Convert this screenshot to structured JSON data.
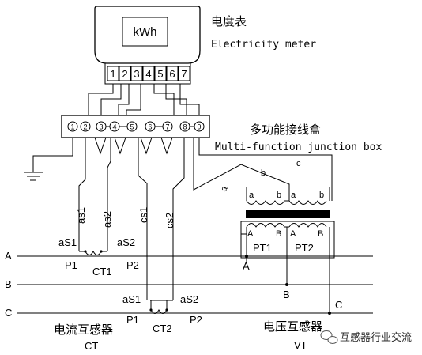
{
  "meter": {
    "display": "kWh",
    "terminals": [
      "1",
      "2",
      "3",
      "4",
      "5",
      "6",
      "7"
    ],
    "title_cn": "电度表",
    "title_en": "Electricity meter"
  },
  "junction_box": {
    "terminals": [
      "1",
      "2",
      "3",
      "4",
      "5",
      "6",
      "7",
      "8",
      "9"
    ],
    "title_cn": "多功能接线盒",
    "title_en": "Multi-function junction box"
  },
  "phases": [
    "A",
    "B",
    "C"
  ],
  "ct1": {
    "label": "CT1",
    "s1": "aS1",
    "s2": "aS2",
    "p1": "P1",
    "p2": "P2",
    "lead1": "as1",
    "lead2": "as2"
  },
  "ct2": {
    "label": "CT2",
    "s1": "aS1",
    "s2": "aS2",
    "p1": "P1",
    "p2": "P2",
    "lead1": "cs1",
    "lead2": "cs2"
  },
  "pt": {
    "pt1": "PT1",
    "pt2": "PT2",
    "sec": [
      "a",
      "b",
      "a",
      "b"
    ],
    "prim": [
      "A",
      "B",
      "A",
      "B"
    ],
    "leads": [
      "a",
      "b",
      "c"
    ],
    "nodes": [
      "A",
      "B",
      "C"
    ]
  },
  "legend": {
    "ct_cn": "电流互感器",
    "ct_en": "CT",
    "vt_cn": "电压互感器",
    "vt_en": "VT"
  },
  "watermark": "互感器行业交流"
}
